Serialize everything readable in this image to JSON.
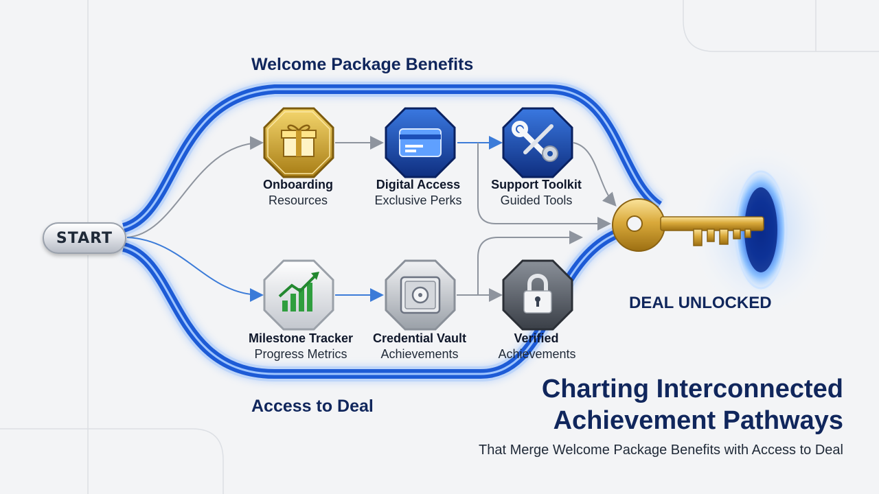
{
  "start": {
    "label": "START"
  },
  "paths": {
    "top_label": "Welcome Package Benefits",
    "bottom_label": "Access to Deal"
  },
  "nodes": [
    {
      "id": "onboarding",
      "title": "Onboarding",
      "subtitle": "Resources",
      "icon": "gift-icon",
      "color": "#c9a227"
    },
    {
      "id": "digital",
      "title": "Digital Access",
      "subtitle": "Exclusive Perks",
      "icon": "card-icon",
      "color": "#1d4fa8"
    },
    {
      "id": "support",
      "title": "Support Toolkit",
      "subtitle": "Guided Tools",
      "icon": "tools-icon",
      "color": "#1d4fa8"
    },
    {
      "id": "milestone",
      "title": "Milestone Tracker",
      "subtitle": "Progress Metrics",
      "icon": "growth-chart-icon",
      "color": "#d1d5db"
    },
    {
      "id": "vault",
      "title": "Credential Vault",
      "subtitle": "Achievements",
      "icon": "safe-icon",
      "color": "#b8bcc4"
    },
    {
      "id": "verified",
      "title": "Verified",
      "subtitle": "Achievements",
      "icon": "padlock-icon",
      "color": "#4b5563"
    }
  ],
  "end": {
    "label": "DEAL UNLOCKED",
    "icon": "key-icon",
    "portal_icon": "glowing-portal-icon"
  },
  "title": {
    "line1": "Charting Interconnected",
    "line2": "Achievement Pathways",
    "subtitle": "That Merge Welcome Package Benefits with Access to Deal"
  },
  "colors": {
    "accent": "#1d5bd6",
    "navy": "#10265c",
    "gold": "#c9a227"
  }
}
